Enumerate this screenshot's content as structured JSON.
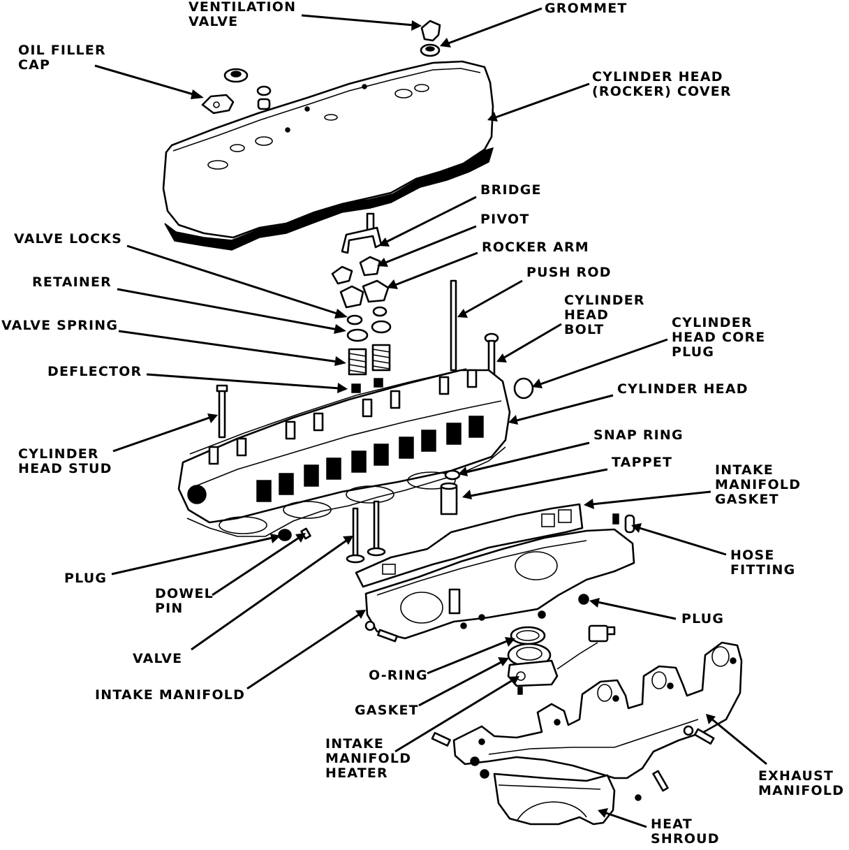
{
  "labels": {
    "ventilation_valve": [
      "VENTILATION",
      "VALVE"
    ],
    "grommet": "GROMMET",
    "oil_filler_cap": [
      "OIL FILLER",
      "CAP"
    ],
    "cylinder_head_cover": [
      "CYLINDER HEAD",
      "(ROCKER) COVER"
    ],
    "bridge": "BRIDGE",
    "pivot": "PIVOT",
    "valve_locks": "VALVE LOCKS",
    "rocker_arm": "ROCKER ARM",
    "retainer": "RETAINER",
    "push_rod": "PUSH ROD",
    "cylinder_head_bolt": [
      "CYLINDER",
      "HEAD",
      "BOLT"
    ],
    "valve_spring": "VALVE SPRING",
    "cylinder_head_core_plug": [
      "CYLINDER",
      "HEAD CORE",
      "PLUG"
    ],
    "deflector": "DEFLECTOR",
    "cylinder_head": "CYLINDER HEAD",
    "snap_ring": "SNAP RING",
    "cylinder_head_stud": [
      "CYLINDER",
      "HEAD STUD"
    ],
    "tappet": "TAPPET",
    "intake_manifold_gasket": [
      "INTAKE",
      "MANIFOLD",
      "GASKET"
    ],
    "plug_left": "PLUG",
    "hose_fitting": [
      "HOSE",
      "FITTING"
    ],
    "dowel_pin": [
      "DOWEL",
      "PIN"
    ],
    "plug_right": "PLUG",
    "valve": "VALVE",
    "o_ring": "O-RING",
    "intake_manifold": "INTAKE MANIFOLD",
    "gasket": "GASKET",
    "intake_manifold_heater": [
      "INTAKE",
      "MANIFOLD",
      "HEATER"
    ],
    "exhaust_manifold": [
      "EXHAUST",
      "MANIFOLD"
    ],
    "heat_shroud": [
      "HEAT",
      "SHROUD"
    ]
  }
}
